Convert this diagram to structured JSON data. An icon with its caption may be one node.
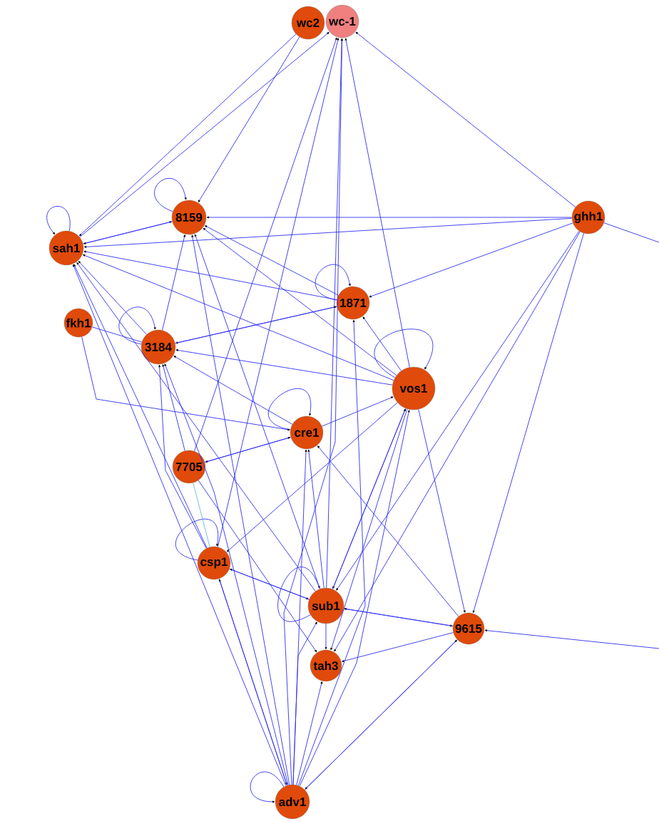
{
  "diagram": {
    "nodes": [
      {
        "text": [
          "wc2"
        ]
      },
      {
        "text": [
          "wc-1"
        ]
      },
      {
        "text": [
          "sah1"
        ]
      },
      {
        "text": [
          "8159"
        ]
      },
      {
        "text": [
          "ghh1"
        ]
      },
      {
        "text": [
          "1871"
        ]
      },
      {
        "text": [
          "fkh1"
        ]
      },
      {
        "text": [
          "3184"
        ]
      },
      {
        "text": [
          "vos1"
        ]
      },
      {
        "text": [
          "cre1"
        ]
      },
      {
        "text": [
          "7705"
        ]
      },
      {
        "text": [
          "csp1"
        ]
      },
      {
        "text": [
          "sub1"
        ]
      },
      {
        "text": [
          "9615"
        ]
      },
      {
        "text": [
          "tah3"
        ]
      },
      {
        "text": [
          "adv1"
        ]
      }
    ],
    "edges": [
      {
        "from": 0,
        "to": 2,
        "arrow": "to"
      },
      {
        "from": 0,
        "to": 3,
        "arrow": "to"
      },
      {
        "from": 2,
        "to": 1,
        "arrow": "to"
      },
      {
        "from": 4,
        "to": 1,
        "arrow": "to"
      },
      {
        "from": 8,
        "to": 1,
        "arrow": "to"
      },
      {
        "from": 10,
        "to": 1,
        "arrow": "to"
      },
      {
        "from": 11,
        "to": 1,
        "arrow": "to"
      },
      {
        "from": 12,
        "to": 1,
        "arrow": "to"
      },
      {
        "from": 15,
        "to": 1,
        "arrow": "to"
      },
      {
        "from": 2,
        "to": 2,
        "arrow": "to"
      },
      {
        "from": 3,
        "to": 3,
        "arrow": "to"
      },
      {
        "from": 5,
        "to": 5,
        "arrow": "to"
      },
      {
        "from": 7,
        "to": 7,
        "arrow": "to"
      },
      {
        "from": 8,
        "to": 8,
        "arrow": "to"
      },
      {
        "from": 9,
        "to": 9,
        "arrow": "to"
      },
      {
        "from": 11,
        "to": 11,
        "arrow": "to"
      },
      {
        "from": 12,
        "to": 12,
        "arrow": "to"
      },
      {
        "from": 15,
        "to": 15,
        "arrow": "to"
      },
      {
        "from": 2,
        "to": 3,
        "arrow": "to"
      },
      {
        "from": 3,
        "to": 2,
        "arrow": "to"
      },
      {
        "from": 4,
        "to": 3,
        "arrow": "to"
      },
      {
        "from": 4,
        "to": 2,
        "arrow": "to"
      },
      {
        "from": 4,
        "to": 5,
        "arrow": "to"
      },
      {
        "from": 4,
        "to": 12,
        "arrow": "to"
      },
      {
        "from": 4,
        "to": 13,
        "arrow": "to"
      },
      {
        "from": 4,
        "to": 14,
        "arrow": "to"
      },
      {
        "from": 5,
        "to": 2,
        "arrow": "to"
      },
      {
        "from": 5,
        "to": 3,
        "arrow": "to"
      },
      {
        "from": 5,
        "to": 7,
        "arrow": "to"
      },
      {
        "from": 6,
        "to": 7,
        "arrow": "none"
      },
      {
        "from": 6,
        "to": 9,
        "arrow": "to"
      },
      {
        "from": 7,
        "to": 5,
        "arrow": "to"
      },
      {
        "from": 7,
        "to": 2,
        "arrow": "to"
      },
      {
        "from": 7,
        "to": 3,
        "arrow": "to"
      },
      {
        "from": 8,
        "to": 5,
        "arrow": "to"
      },
      {
        "from": 8,
        "to": 7,
        "arrow": "to"
      },
      {
        "from": 8,
        "to": 2,
        "arrow": "to"
      },
      {
        "from": 8,
        "to": 3,
        "arrow": "to"
      },
      {
        "from": 8,
        "to": 12,
        "arrow": "to"
      },
      {
        "from": 8,
        "to": 13,
        "arrow": "to"
      },
      {
        "from": 8,
        "to": 14,
        "arrow": "to"
      },
      {
        "from": 8,
        "to": 11,
        "arrow": "to"
      },
      {
        "from": 9,
        "to": 8,
        "arrow": "to"
      },
      {
        "from": 9,
        "to": 10,
        "arrow": "to"
      },
      {
        "from": 9,
        "to": 7,
        "arrow": "to"
      },
      {
        "from": 10,
        "to": 9,
        "arrow": "to"
      },
      {
        "from": 10,
        "to": 7,
        "arrow": "to"
      },
      {
        "from": 10,
        "to": 11,
        "arrow": "none",
        "color": "#66bbcc"
      },
      {
        "from": 10,
        "to": 14,
        "arrow": "to"
      },
      {
        "from": 11,
        "to": 2,
        "arrow": "to"
      },
      {
        "from": 11,
        "to": 7,
        "arrow": "to"
      },
      {
        "from": 11,
        "to": 12,
        "arrow": "to"
      },
      {
        "from": 11,
        "to": 15,
        "arrow": "to"
      },
      {
        "from": 12,
        "to": 11,
        "arrow": "to"
      },
      {
        "from": 12,
        "to": 13,
        "arrow": "to"
      },
      {
        "from": 12,
        "to": 14,
        "arrow": "to"
      },
      {
        "from": 12,
        "to": 2,
        "arrow": "to"
      },
      {
        "from": 12,
        "to": 3,
        "arrow": "to"
      },
      {
        "from": 12,
        "to": 8,
        "arrow": "to"
      },
      {
        "from": 12,
        "to": 9,
        "arrow": "to"
      },
      {
        "from": 13,
        "to": 12,
        "arrow": "to"
      },
      {
        "from": 13,
        "to": 14,
        "arrow": "to"
      },
      {
        "from": 13,
        "to": 15,
        "arrow": "to"
      },
      {
        "from": 13,
        "to": 9,
        "arrow": "to"
      },
      {
        "from": 15,
        "to": 14,
        "arrow": "to"
      },
      {
        "from": 15,
        "to": 2,
        "arrow": "to"
      },
      {
        "from": 15,
        "to": 3,
        "arrow": "to"
      },
      {
        "from": 15,
        "to": 5,
        "arrow": "to"
      },
      {
        "from": 15,
        "to": 7,
        "arrow": "to"
      },
      {
        "from": 15,
        "to": 8,
        "arrow": "to"
      },
      {
        "from": 15,
        "to": 9,
        "arrow": "to"
      },
      {
        "from": 15,
        "to": 11,
        "arrow": "to"
      },
      {
        "from": 15,
        "to": 12,
        "arrow": "to"
      },
      {
        "from": 15,
        "to": 13,
        "arrow": "to"
      },
      {
        "from": null,
        "to": 13,
        "arrow": "to"
      },
      {
        "from": 4,
        "to": null,
        "arrow": "none"
      }
    ]
  }
}
